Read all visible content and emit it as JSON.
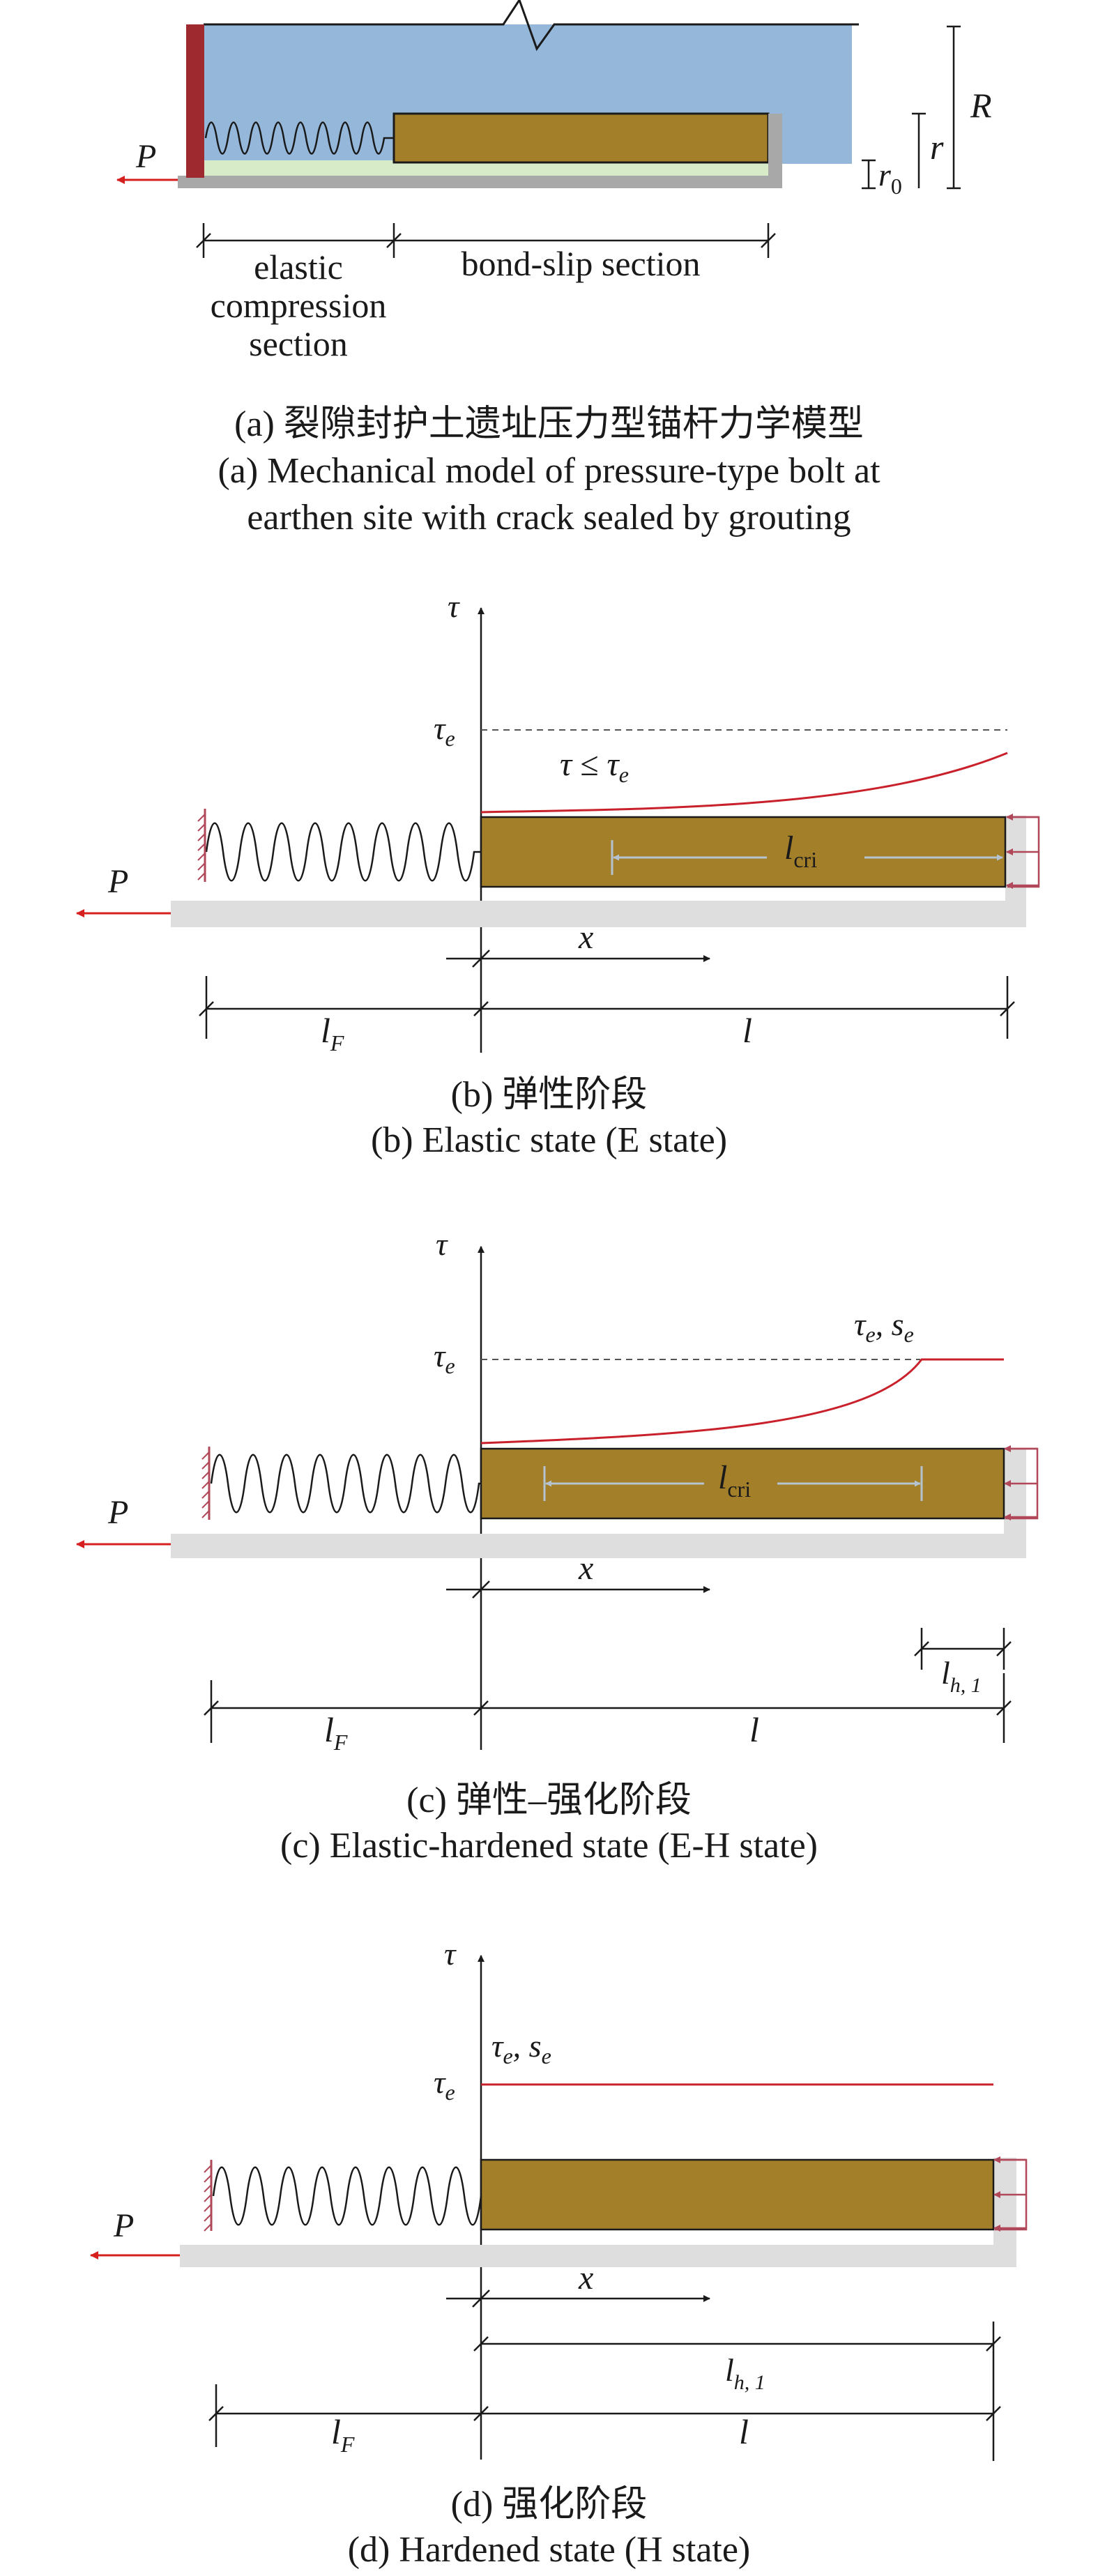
{
  "colors": {
    "wall": "#9e2a2f",
    "soil": "#95b8da",
    "bolt": "#a47f2a",
    "grout": "#d7ebc9",
    "base": "#a8a8a8",
    "base_light": "#dedede",
    "curve": "#c9212b",
    "arrow": "#d62020",
    "reaction": "#b0485a",
    "guide": "#b5c3d0"
  },
  "panel_a": {
    "force": "P",
    "R": "R",
    "r": "r",
    "r0": "r",
    "r0_sub": "0",
    "seg_elastic": [
      "elastic",
      "compression",
      "section"
    ],
    "seg_bond": "bond-slip section",
    "caption_cn": "(a) 裂隙封护土遗址压力型锚杆力学模型",
    "caption_en_1": "(a) Mechanical model of pressure-type bolt at",
    "caption_en_2": "earthen site with crack sealed by grouting"
  },
  "panel_b": {
    "force": "P",
    "tau": "τ",
    "tau_e": "τ",
    "tau_e_sub": "e",
    "condition": "τ ≤ τ",
    "condition_sub": "e",
    "l_cri": "l",
    "l_cri_sub": "cri",
    "x": "x",
    "lF": "l",
    "lF_sub": "F",
    "l": "l",
    "caption_cn": "(b) 弹性阶段",
    "caption_en": "(b) Elastic state (E state)"
  },
  "panel_c": {
    "force": "P",
    "tau": "τ",
    "tau_e": "τ",
    "tau_e_sub": "e",
    "peak_label_a": "τ",
    "peak_label_a_sub": "e",
    "peak_label_b": ", s",
    "peak_label_b_sub": "e",
    "l_cri": "l",
    "l_cri_sub": "cri",
    "x": "x",
    "lh1": "l",
    "lh1_sub": "h, 1",
    "lF": "l",
    "lF_sub": "F",
    "l": "l",
    "caption_cn": "(c) 弹性–强化阶段",
    "caption_en": "(c) Elastic-hardened state (E-H state)"
  },
  "panel_d": {
    "force": "P",
    "tau": "τ",
    "tau_e": "τ",
    "tau_e_sub": "e",
    "peak_label_a": "τ",
    "peak_label_a_sub": "e",
    "peak_label_b": ", s",
    "peak_label_b_sub": "e",
    "x": "x",
    "lh1": "l",
    "lh1_sub": "h, 1",
    "lF": "l",
    "lF_sub": "F",
    "l": "l",
    "caption_cn": "(d) 强化阶段",
    "caption_en": "(d) Hardened state (H state)"
  }
}
